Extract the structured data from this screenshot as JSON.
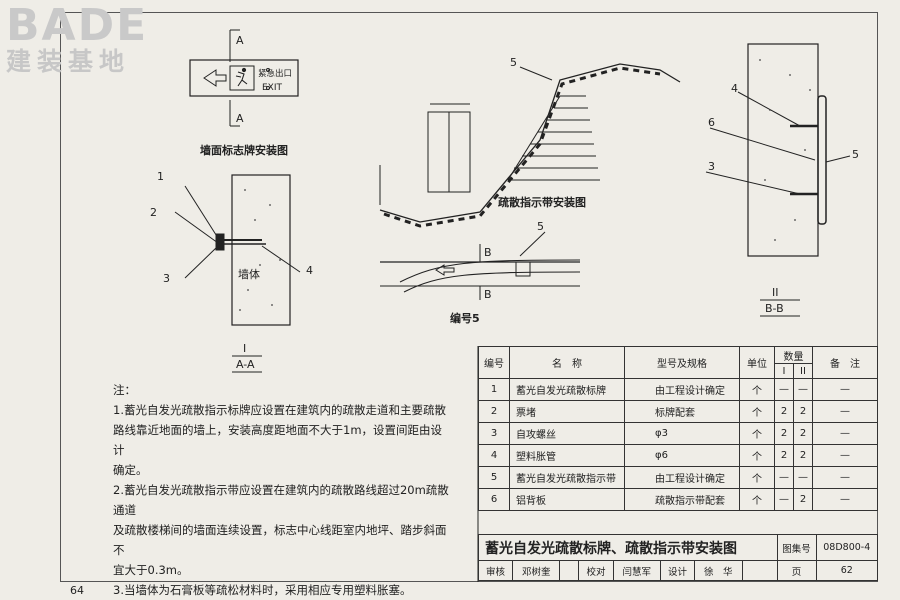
{
  "logo": {
    "big": "BADE",
    "small": "建装基地"
  },
  "views": {
    "wall_sign_title": "墙面标志牌安装图",
    "exit_text_cn": "紧急出口",
    "exit_text_en": "EXIT",
    "section_A": "A",
    "section_B": "B",
    "strip_title": "疏散指示带安装图",
    "item5_label": "编号5",
    "view_I": "I",
    "view_AA": "A-A",
    "view_II": "II",
    "view_BB": "B-B",
    "wall_label": "墙体",
    "callouts": [
      "1",
      "2",
      "3",
      "4",
      "5",
      "6"
    ]
  },
  "notes": {
    "heading": "注：",
    "lines": [
      "1.蓄光自发光疏散指示标牌应设置在建筑内的疏散走道和主要疏散",
      "路线靠近地面的墙上，安装高度距地面不大于1m，设置间距由设计",
      "确定。",
      "2.蓄光自发光疏散指示带应设置在建筑内的疏散路线超过20m疏散通道",
      "及疏散楼梯间的墙面连续设置，标志中心线距室内地坪、踏步斜面不",
      "宜大于0.3m。",
      "3.当墙体为石膏板等疏松材料时，采用相应专用塑料胀塞。"
    ]
  },
  "table": {
    "headers": {
      "no": "编号",
      "name": "名　称",
      "spec": "型号及规格",
      "unit": "单位",
      "qty": "数量",
      "q1": "I",
      "q2": "II",
      "remark": "备　注"
    },
    "rows": [
      {
        "no": "1",
        "name": "蓄光自发光疏散标牌",
        "spec": "由工程设计确定",
        "unit": "个",
        "q1": "—",
        "q2": "—",
        "remark": "—"
      },
      {
        "no": "2",
        "name": "票堵",
        "spec": "标牌配套",
        "unit": "个",
        "q1": "2",
        "q2": "2",
        "remark": "—"
      },
      {
        "no": "3",
        "name": "自攻螺丝",
        "spec": "φ3",
        "unit": "个",
        "q1": "2",
        "q2": "2",
        "remark": "—"
      },
      {
        "no": "4",
        "name": "塑料胀管",
        "spec": "φ6",
        "unit": "个",
        "q1": "2",
        "q2": "2",
        "remark": "—"
      },
      {
        "no": "5",
        "name": "蓄光自发光疏散指示带",
        "spec": "由工程设计确定",
        "unit": "个",
        "q1": "—",
        "q2": "—",
        "remark": "—"
      },
      {
        "no": "6",
        "name": "铝背板",
        "spec": "疏散指示带配套",
        "unit": "个",
        "q1": "—",
        "q2": "2",
        "remark": "—"
      }
    ]
  },
  "title_block": {
    "title": "蓄光自发光疏散标牌、疏散指示带安装图",
    "atlas_label": "图集号",
    "atlas_no": "08D800-4",
    "review_label": "审核",
    "reviewer": "邓树奎",
    "check_label": "校对",
    "checker": "闫慧军",
    "design_label": "设计",
    "designer": "徐　华",
    "page_label": "页",
    "page_no": "62"
  },
  "page_number": "64"
}
